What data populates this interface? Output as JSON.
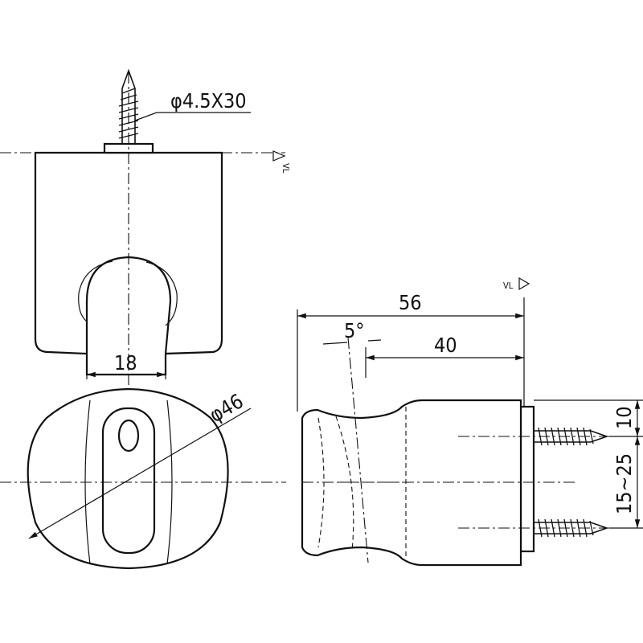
{
  "labels": {
    "screw_spec": "φ4.5X30",
    "wall_mark_top": "VL",
    "wall_mark_right": "VL",
    "width_slot": "18",
    "diameter": "φ46",
    "total_depth": "56",
    "angle": "5°",
    "inner_depth": "40",
    "edge_offset": "10",
    "screw_pitch": "15~25"
  }
}
